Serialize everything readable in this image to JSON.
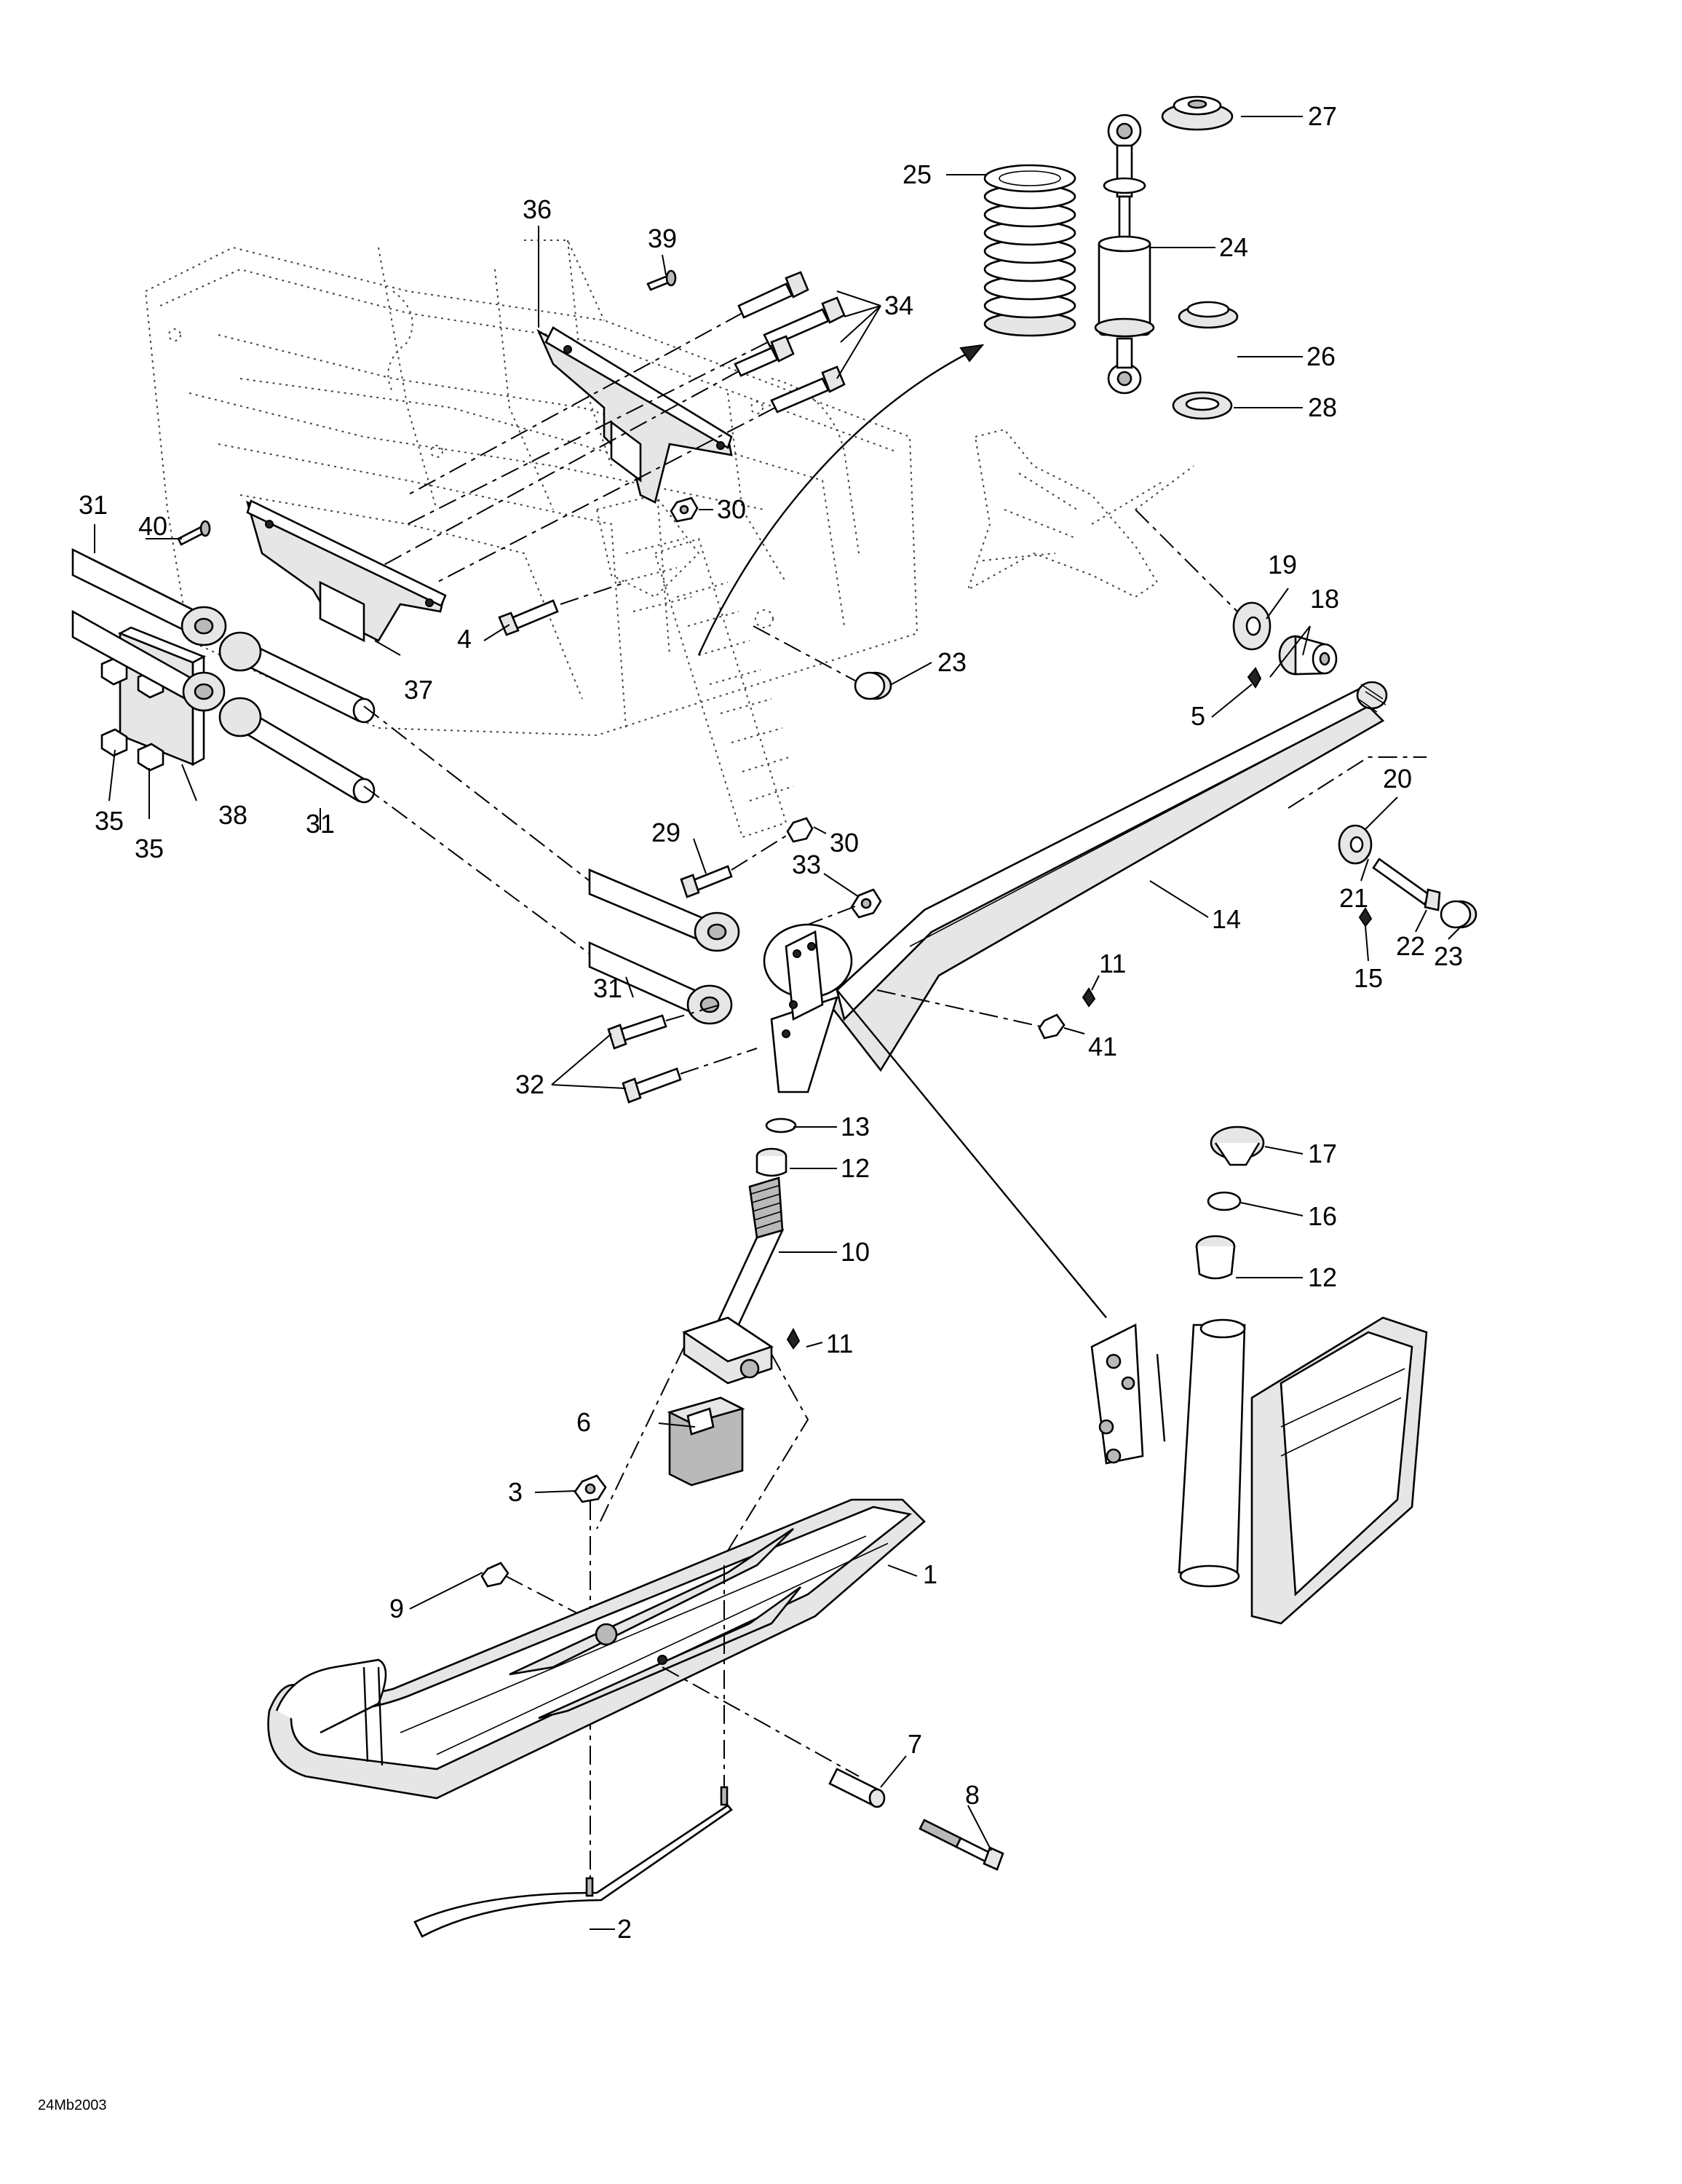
{
  "diagram_code": "24Mb2003",
  "callouts": [
    {
      "label": "1"
    },
    {
      "label": "2"
    },
    {
      "label": "3"
    },
    {
      "label": "4"
    },
    {
      "label": "5"
    },
    {
      "label": "6"
    },
    {
      "label": "7"
    },
    {
      "label": "8"
    },
    {
      "label": "9"
    },
    {
      "label": "10"
    },
    {
      "label": "11"
    },
    {
      "label": "11"
    },
    {
      "label": "12"
    },
    {
      "label": "12"
    },
    {
      "label": "13"
    },
    {
      "label": "14"
    },
    {
      "label": "15"
    },
    {
      "label": "16"
    },
    {
      "label": "17"
    },
    {
      "label": "18"
    },
    {
      "label": "19"
    },
    {
      "label": "20"
    },
    {
      "label": "21"
    },
    {
      "label": "22"
    },
    {
      "label": "23"
    },
    {
      "label": "23"
    },
    {
      "label": "24"
    },
    {
      "label": "25"
    },
    {
      "label": "26"
    },
    {
      "label": "27"
    },
    {
      "label": "28"
    },
    {
      "label": "29"
    },
    {
      "label": "30"
    },
    {
      "label": "30"
    },
    {
      "label": "31"
    },
    {
      "label": "31"
    },
    {
      "label": "31"
    },
    {
      "label": "32"
    },
    {
      "label": "33"
    },
    {
      "label": "34"
    },
    {
      "label": "35"
    },
    {
      "label": "35"
    },
    {
      "label": "36"
    },
    {
      "label": "37"
    },
    {
      "label": "38"
    },
    {
      "label": "39"
    },
    {
      "label": "40"
    },
    {
      "label": "41"
    }
  ]
}
